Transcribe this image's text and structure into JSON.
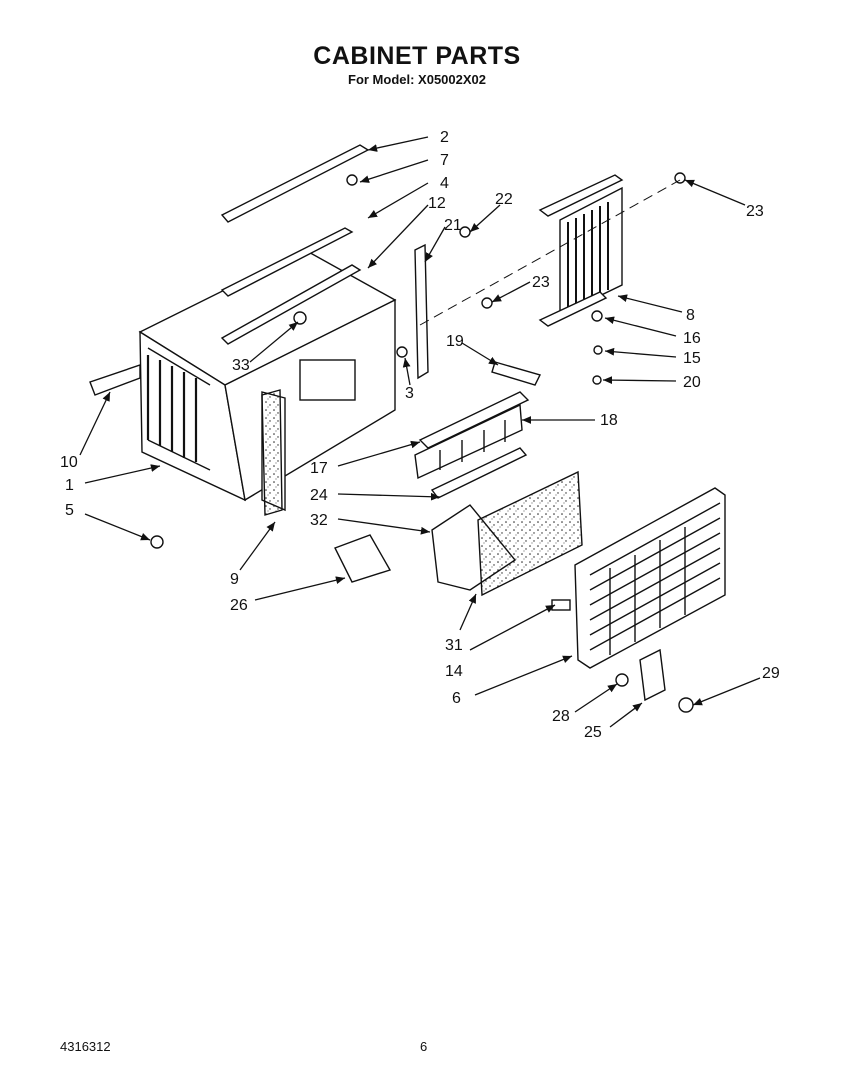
{
  "header": {
    "title": "CABINET PARTS",
    "subtitle": "For Model: X05002X02"
  },
  "callouts": {
    "c1": "1",
    "c2": "2",
    "c3": "3",
    "c4": "4",
    "c5": "5",
    "c6": "6",
    "c7": "7",
    "c8": "8",
    "c9": "9",
    "c10": "10",
    "c12": "12",
    "c14": "14",
    "c15": "15",
    "c16": "16",
    "c17": "17",
    "c18": "18",
    "c19": "19",
    "c20": "20",
    "c21": "21",
    "c22": "22",
    "c23a": "23",
    "c23b": "23",
    "c24": "24",
    "c25": "25",
    "c26": "26",
    "c28": "28",
    "c29": "29",
    "c31": "31",
    "c32": "32",
    "c33": "33"
  },
  "footer": {
    "doc_number": "4316312",
    "page_number": "6"
  }
}
